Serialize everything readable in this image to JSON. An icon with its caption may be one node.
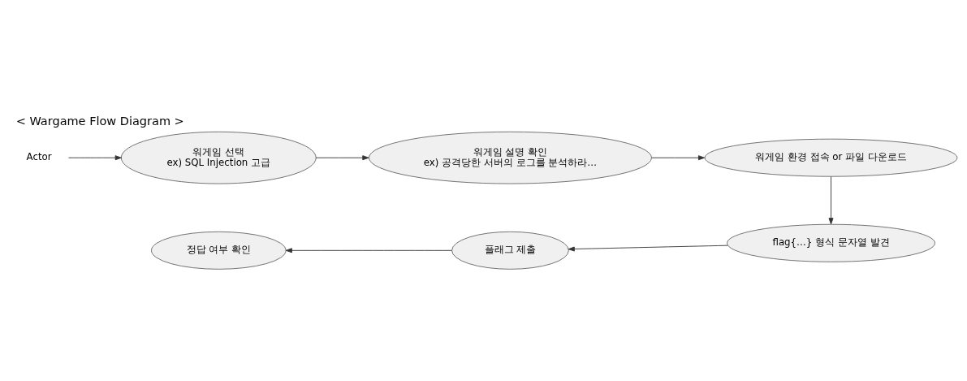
{
  "diagram": {
    "title": "< Wargame Flow Diagram >",
    "nodes": [
      {
        "text": [
          "Actor"
        ]
      },
      {
        "text": [
          "워게임 선택",
          "ex) SQL Injection 고급"
        ]
      },
      {
        "text": [
          "워게임 설명 확인",
          "ex) 공격당한 서버의 로그를 분석하라…"
        ]
      },
      {
        "text": [
          "워게임 환경 접속 or 파일 다운로드"
        ]
      },
      {
        "text": [
          "flag{…} 형식 문자열 발견"
        ]
      },
      {
        "text": [
          "플래그 제출"
        ]
      },
      {
        "text": [
          "정답 여부 확인"
        ]
      }
    ],
    "edges": [
      {
        "from": 0,
        "to": 1,
        "arrow": "to"
      },
      {
        "from": 1,
        "to": 2,
        "arrow": "to"
      },
      {
        "from": 2,
        "to": 3,
        "arrow": "to"
      },
      {
        "from": 3,
        "to": 4,
        "arrow": "to"
      },
      {
        "from": 4,
        "to": 5,
        "arrow": "to"
      },
      {
        "from": 5,
        "to": 6,
        "arrow": "to"
      }
    ]
  }
}
